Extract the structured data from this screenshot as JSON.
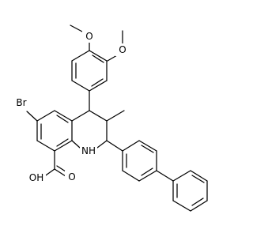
{
  "molecule": {
    "atom_labels": {
      "oxygen_methoxy_top": "O",
      "oxygen_methoxy_right": "O",
      "bromine": "Br",
      "amine": "NH",
      "hydroxyl": "OH",
      "carbonyl_oxygen": "O"
    },
    "colors": {
      "bond": "#000000",
      "oxygen": "#e8000b",
      "bromine": "#a5331a",
      "nitrogen": "#2a2aa8"
    }
  }
}
